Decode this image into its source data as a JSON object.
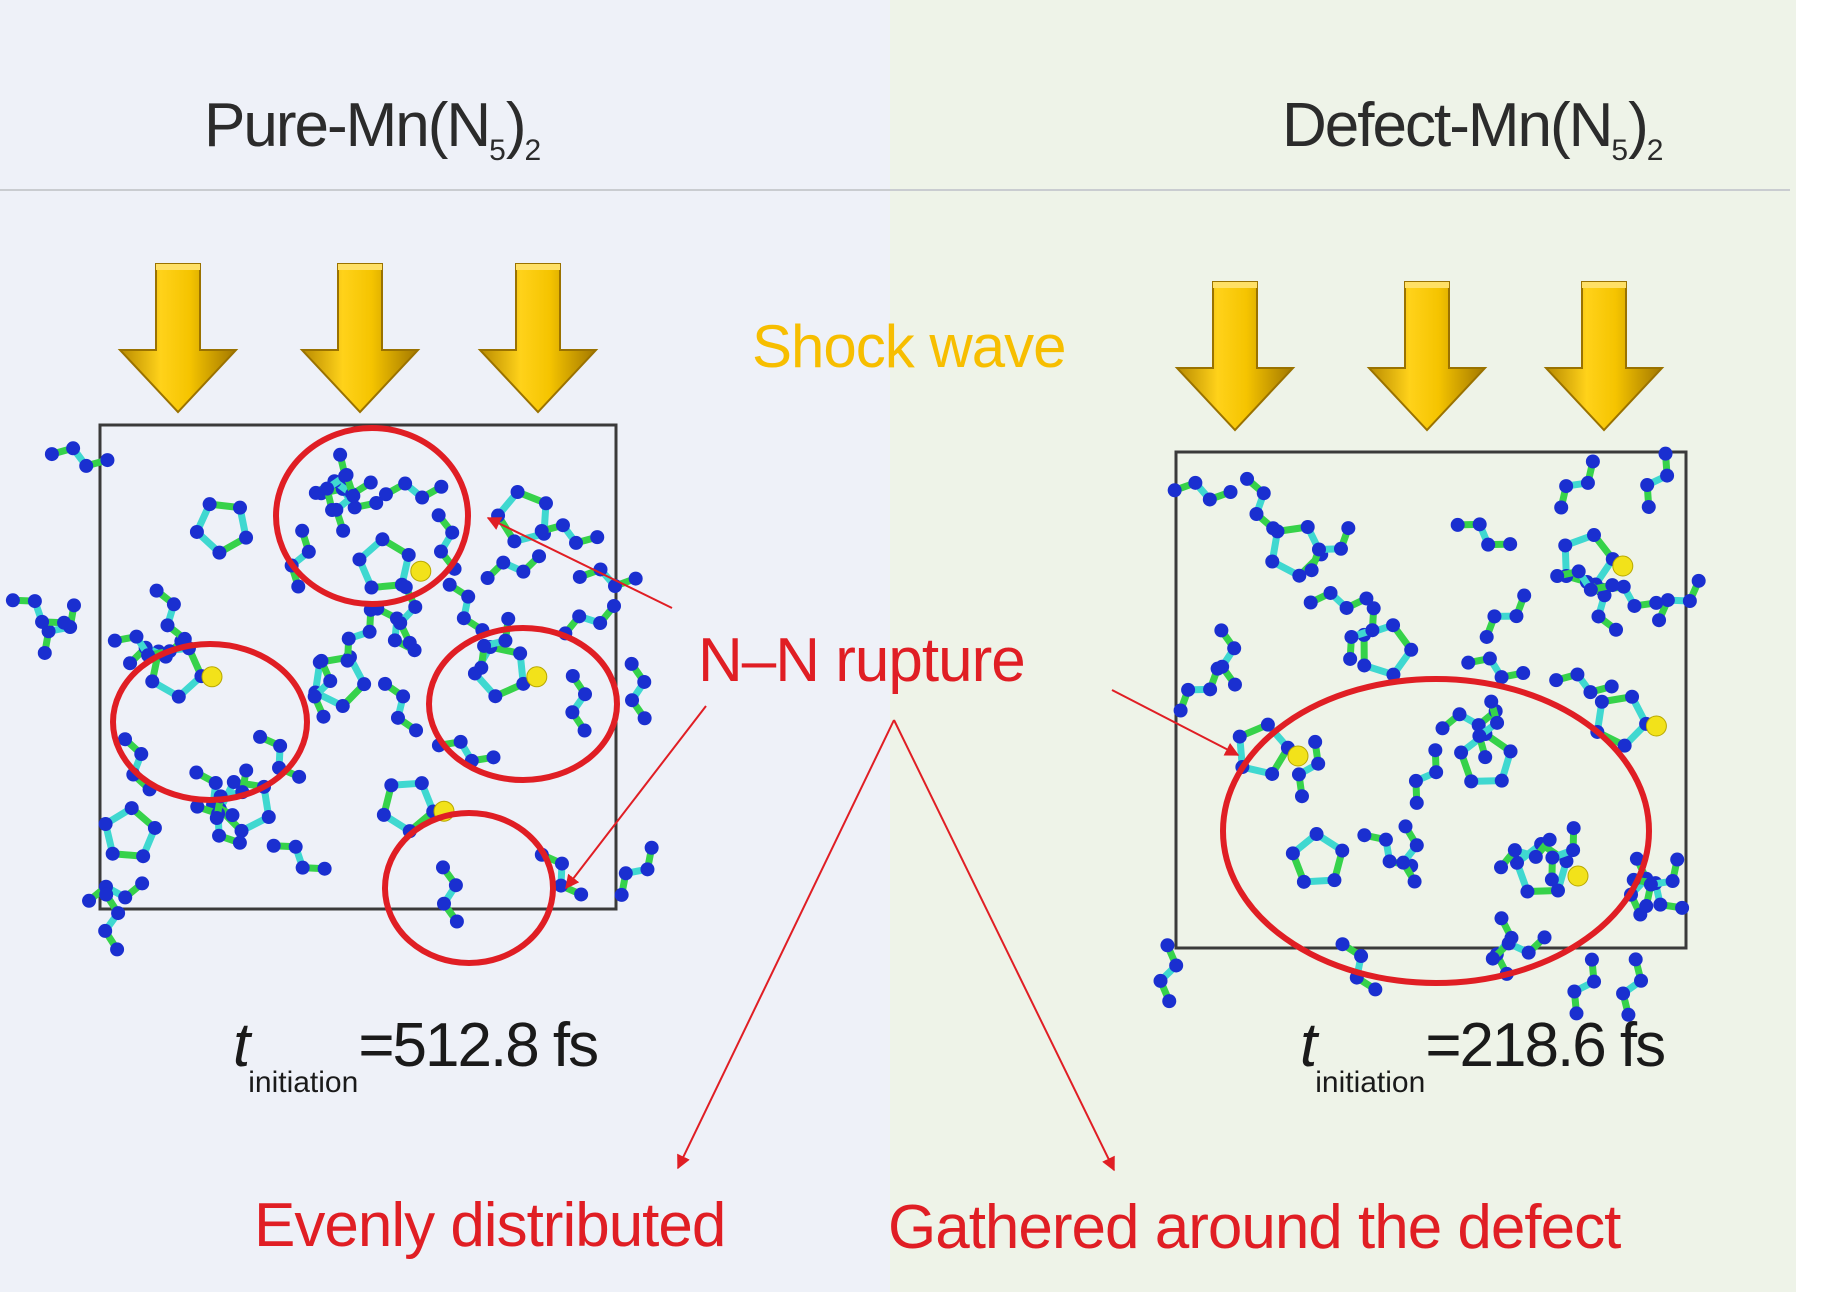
{
  "headers": {
    "left": {
      "main": "Pure-Mn(N",
      "sub5": "5",
      "close": ")",
      "sub2": "2"
    },
    "right": {
      "main": "Defect-Mn(N",
      "sub5": "5",
      "close": ")",
      "sub2": "2"
    }
  },
  "labels": {
    "shock_wave": "Shock wave",
    "rupture": "N–N rupture",
    "evenly": "Evenly distributed",
    "gathered": "Gathered around the defect"
  },
  "initiation": {
    "left": {
      "t": "t",
      "sub": "initiation",
      "value": "=512.8 fs"
    },
    "right": {
      "t": "t",
      "sub": "initiation",
      "value": "=218.6 fs"
    }
  },
  "colors": {
    "arrow_gold": "#f5c400",
    "highlight_red": "#e01e24",
    "atom_blue": "#1a2fd0",
    "bond_green": "#36d24a",
    "bond_cyan": "#3fd8d0",
    "atom_yellow": "#f2e21a",
    "left_bg": "#eef1f8",
    "right_bg": "#eef3e8"
  },
  "icons": [
    "shock-arrow-icon",
    "rupture-circle-icon",
    "pointer-arrow-icon"
  ]
}
